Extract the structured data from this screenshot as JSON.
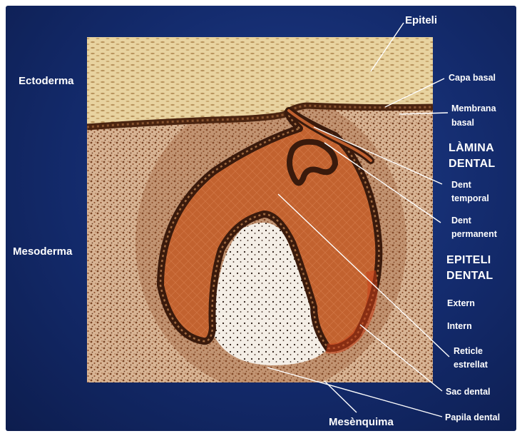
{
  "labels": {
    "epiteli": "Epiteli",
    "ectoderma": "Ectoderma",
    "capa_basal": "Capa basal",
    "membrana_1": "Membrana",
    "membrana_2": "basal",
    "lamina_1": "LÀMINA",
    "lamina_2": "DENTAL",
    "dent_temporal_1": "Dent",
    "dent_temporal_2": "temporal",
    "dent_permanent_1": "Dent",
    "dent_permanent_2": "permanent",
    "mesoderma": "Mesoderma",
    "epiteli_dental_1": "EPITELI",
    "epiteli_dental_2": "DENTAL",
    "extern": "Extern",
    "intern": "Intern",
    "reticle_1": "Reticle",
    "reticle_2": "estrellat",
    "sac_dental": "Sac dental",
    "mesenquima": "Mesènquima",
    "papila_dental": "Papila dental"
  },
  "colors": {
    "background": "#132a6b",
    "epithelium": "#e6cf9a",
    "mesenchyme": "#b07850",
    "enamel_organ": "#c0602f",
    "basal_layer": "#4a2410",
    "papilla": "#f2ece4",
    "leader_lines": "#ffffff"
  }
}
